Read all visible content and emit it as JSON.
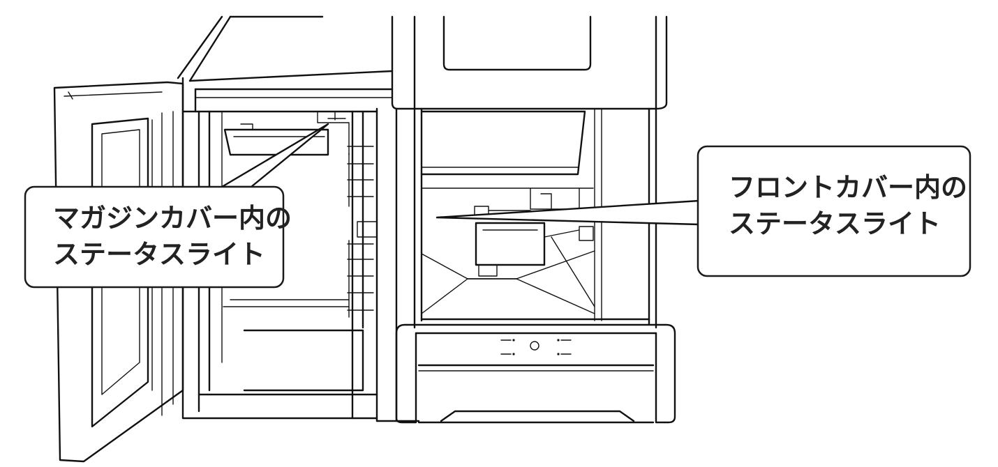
{
  "callouts": {
    "magazine": {
      "line1": "マガジンカバー内の",
      "line2": "ステータスライト"
    },
    "front": {
      "line1": "フロントカバー内の",
      "line2": "ステータスライト"
    }
  },
  "colors": {
    "line": "#111111",
    "callout_border": "#1a1a1a",
    "callout_text": "#222222",
    "background": "#ffffff"
  }
}
